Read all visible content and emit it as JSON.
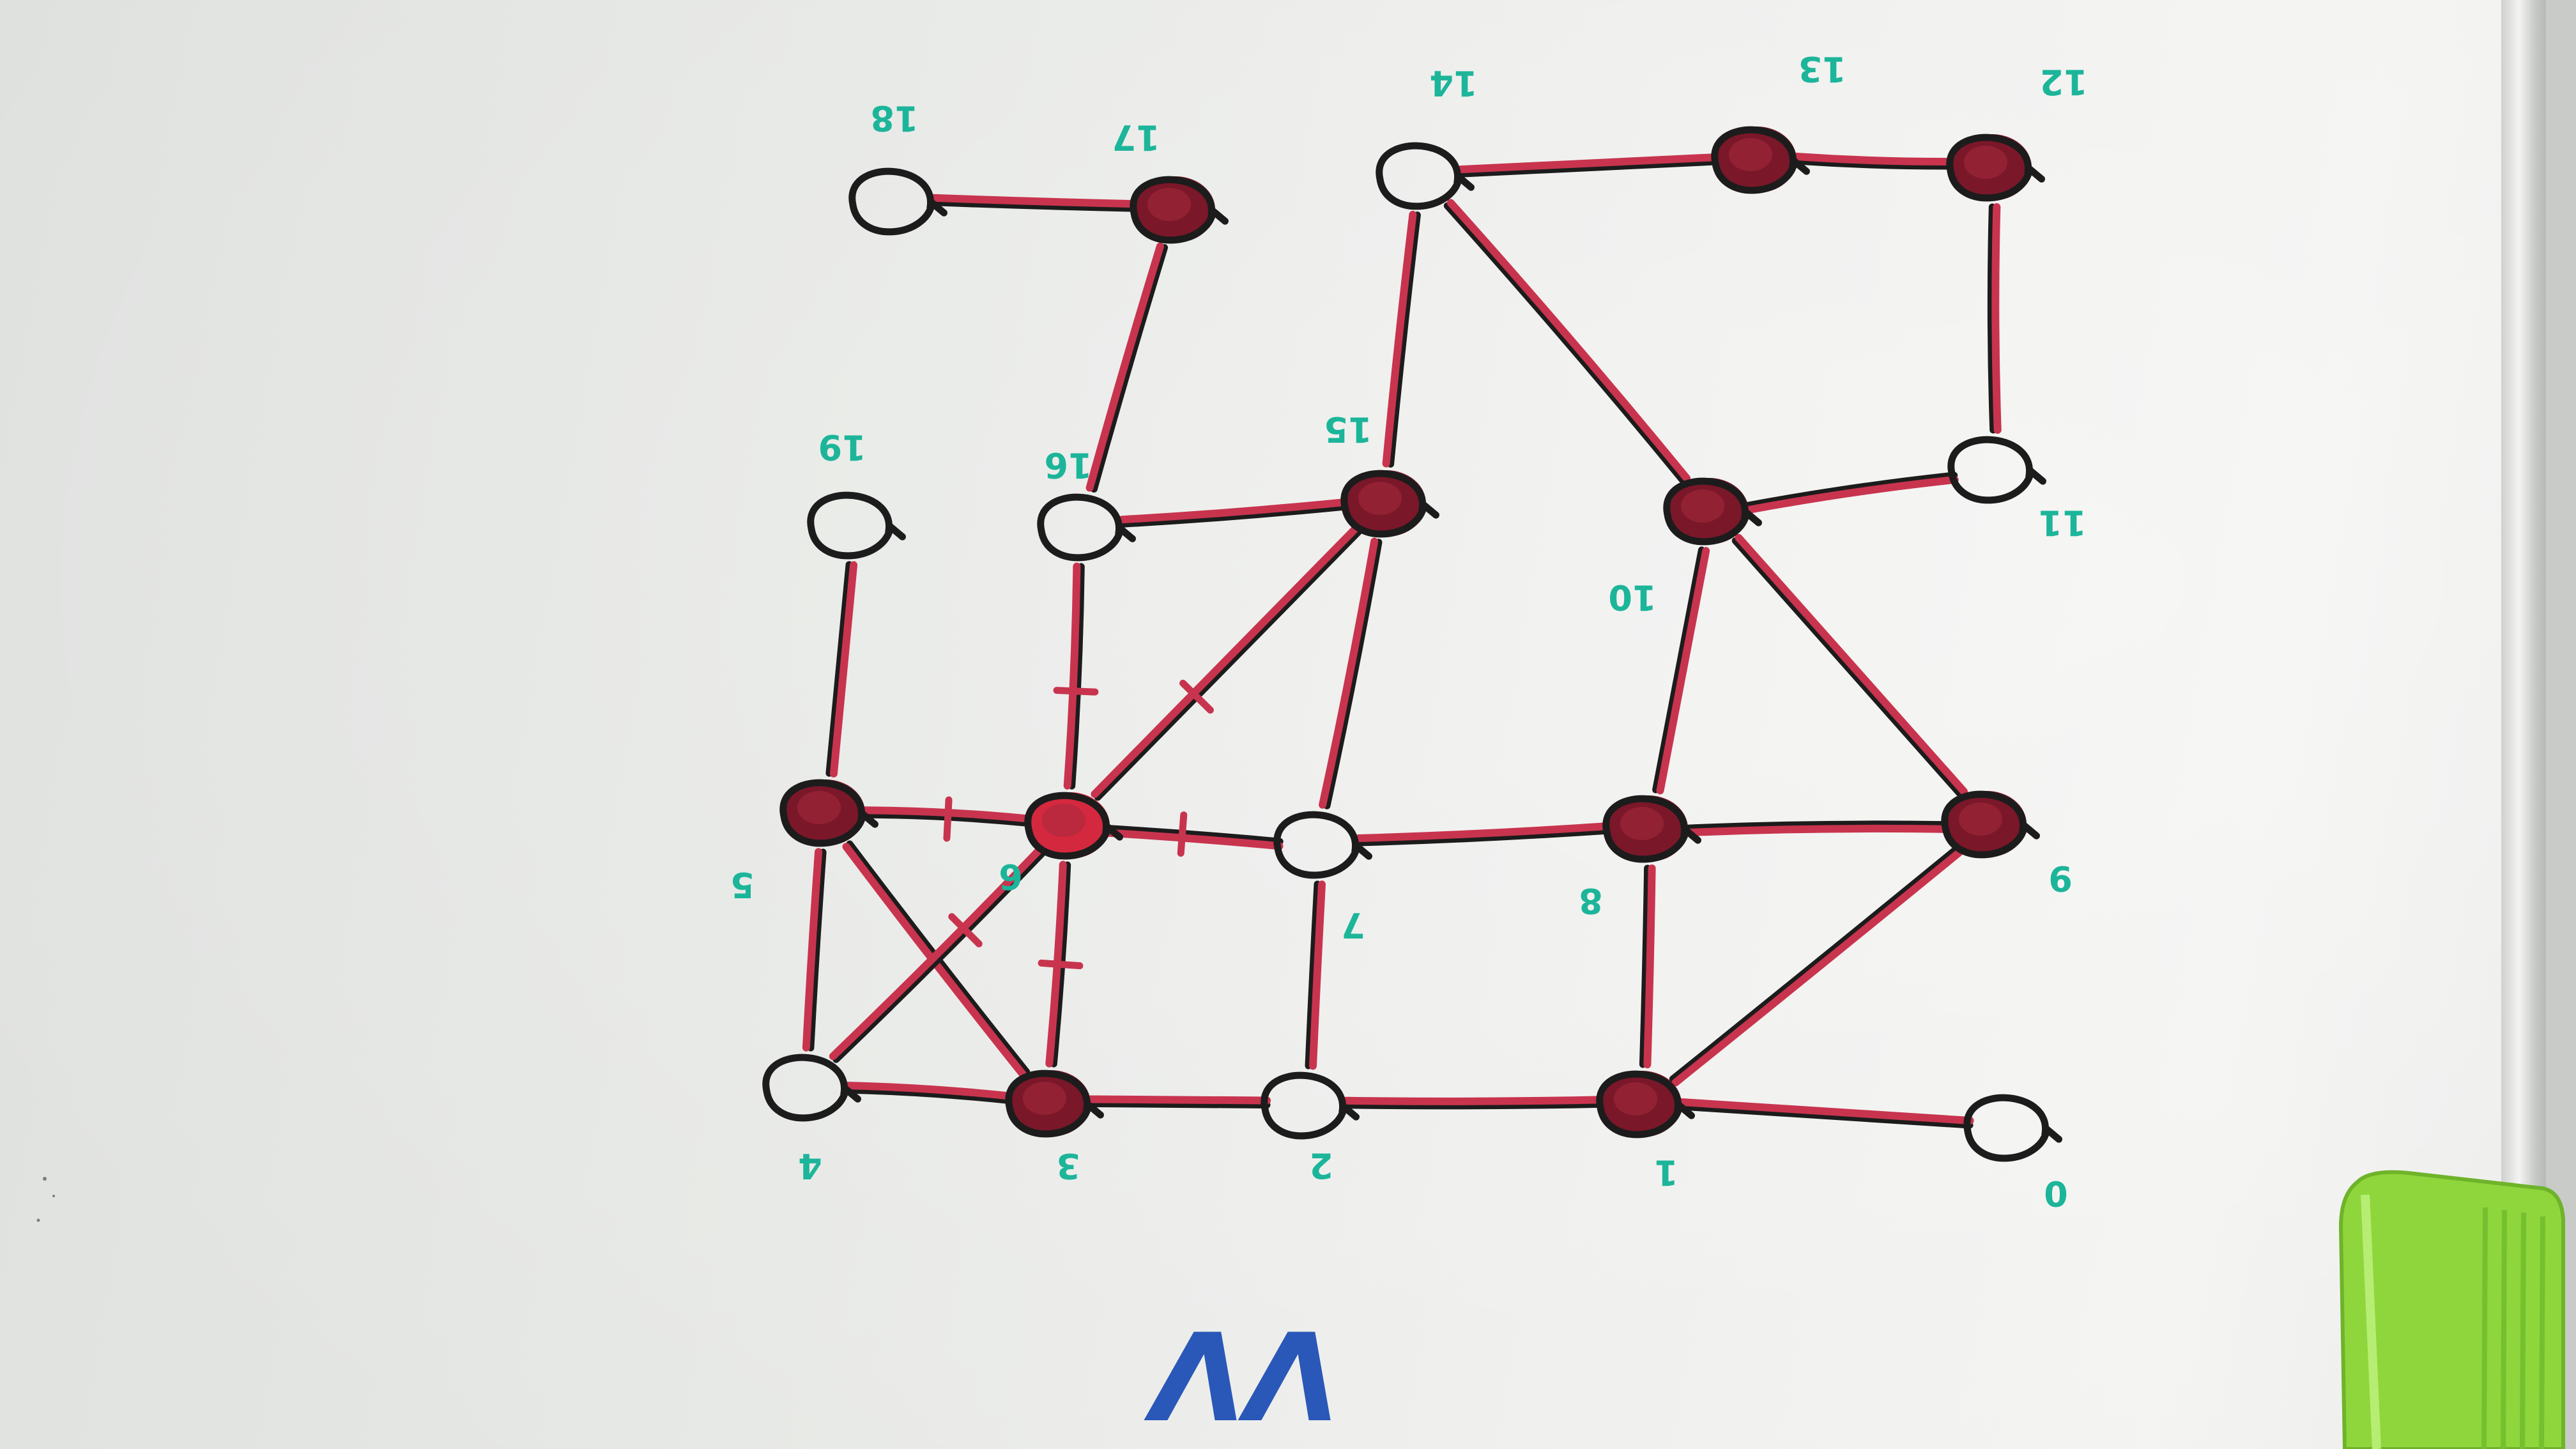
{
  "board_caption": "VV",
  "colors": {
    "ink_black": "#1c1c1c",
    "ink_red": "#c8344e",
    "fill_dark": "#7a1729",
    "fill_bright": "#d4283f",
    "label_teal": "#1cb59a",
    "caption_blue": "#2a58b8",
    "eraser_green": "#8ed63c"
  },
  "nodes": [
    {
      "id": "v0",
      "label": "0",
      "filled": false
    },
    {
      "id": "v1",
      "label": "1",
      "filled": true
    },
    {
      "id": "v2",
      "label": "2",
      "filled": false
    },
    {
      "id": "v3",
      "label": "3",
      "filled": true
    },
    {
      "id": "v4",
      "label": "4",
      "filled": false
    },
    {
      "id": "v5",
      "label": "5",
      "filled": true
    },
    {
      "id": "v6",
      "label": "6",
      "filled": true
    },
    {
      "id": "v7",
      "label": "7",
      "filled": false
    },
    {
      "id": "v8",
      "label": "8",
      "filled": true
    },
    {
      "id": "v9",
      "label": "9",
      "filled": true
    },
    {
      "id": "v10",
      "label": "10",
      "filled": true
    },
    {
      "id": "v11",
      "label": "11",
      "filled": false
    },
    {
      "id": "v12",
      "label": "12",
      "filled": true
    },
    {
      "id": "v13",
      "label": "13",
      "filled": true
    },
    {
      "id": "v14",
      "label": "14",
      "filled": false
    },
    {
      "id": "v15",
      "label": "15",
      "filled": true
    },
    {
      "id": "v16",
      "label": "16",
      "filled": false
    },
    {
      "id": "v17",
      "label": "17",
      "filled": true
    },
    {
      "id": "v18",
      "label": "18",
      "filled": false
    },
    {
      "id": "v19",
      "label": "19",
      "filled": false
    }
  ],
  "edges": [
    [
      "v0",
      "v1"
    ],
    [
      "v1",
      "v2"
    ],
    [
      "v2",
      "v3"
    ],
    [
      "v3",
      "v4"
    ],
    [
      "v1",
      "v8"
    ],
    [
      "v1",
      "v9"
    ],
    [
      "v8",
      "v9"
    ],
    [
      "v8",
      "v7"
    ],
    [
      "v9",
      "v10"
    ],
    [
      "v8",
      "v10"
    ],
    [
      "v10",
      "v11"
    ],
    [
      "v10",
      "v14"
    ],
    [
      "v11",
      "v12"
    ],
    [
      "v12",
      "v13"
    ],
    [
      "v13",
      "v14"
    ],
    [
      "v14",
      "v15"
    ],
    [
      "v15",
      "v7"
    ],
    [
      "v15",
      "v16"
    ],
    [
      "v15",
      "v6"
    ],
    [
      "v16",
      "v6"
    ],
    [
      "v6",
      "v7"
    ],
    [
      "v6",
      "v5"
    ],
    [
      "v6",
      "v3"
    ],
    [
      "v5",
      "v19"
    ],
    [
      "v5",
      "v4"
    ],
    [
      "v5",
      "v3"
    ],
    [
      "v6",
      "v4"
    ],
    [
      "v2",
      "v7"
    ],
    [
      "v17",
      "v18"
    ],
    [
      "v17",
      "v16"
    ]
  ]
}
